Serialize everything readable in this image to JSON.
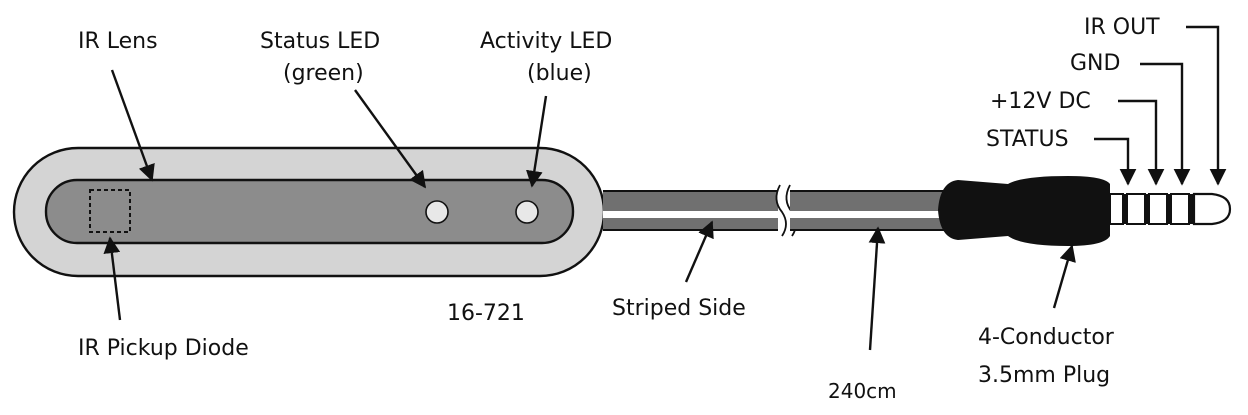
{
  "labels": {
    "ir_lens": "IR Lens",
    "status_led_line1": "Status LED",
    "status_led_line2": "(green)",
    "activity_led_line1": "Activity LED",
    "activity_led_line2": "(blue)",
    "ir_pickup_diode": "IR Pickup Diode",
    "part_number": "16-721",
    "striped_side": "Striped Side",
    "cable_length": "240cm",
    "plug_line1": "4-Conductor",
    "plug_line2": "3.5mm Plug",
    "pin_ir_out": "IR OUT",
    "pin_gnd": "GND",
    "pin_12v": "+12V DC",
    "pin_status": "STATUS"
  },
  "colors": {
    "housing_outer": "#d4d4d4",
    "housing_inner": "#8c8c8c",
    "cable_dark": "#707070",
    "plug_body": "#111111",
    "led": "#e8e8e8"
  }
}
